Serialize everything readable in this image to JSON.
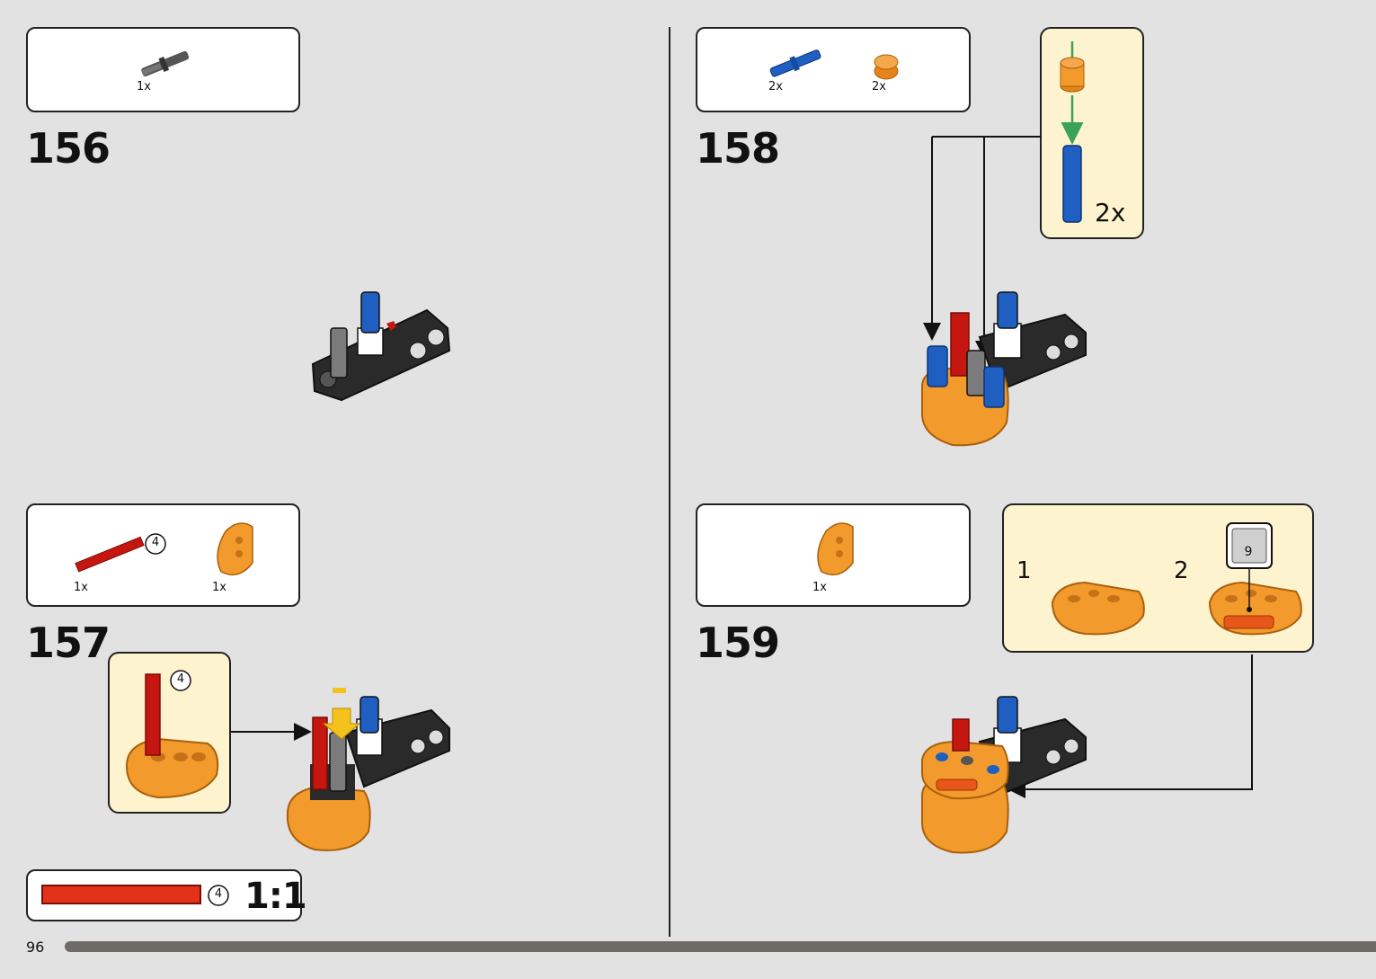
{
  "page": {
    "number": "96"
  },
  "steps": [
    {
      "id": "156",
      "number": "156",
      "parts": [
        {
          "name": "black-axle-pin",
          "qty": "1x"
        }
      ]
    },
    {
      "id": "157",
      "number": "157",
      "parts": [
        {
          "name": "red-axle",
          "qty": "1x",
          "length": "4"
        },
        {
          "name": "orange-liftarm",
          "qty": "1x"
        }
      ],
      "callout": {
        "axle_length": "4"
      }
    },
    {
      "id": "158",
      "number": "158",
      "parts": [
        {
          "name": "blue-pin",
          "qty": "2x"
        },
        {
          "name": "orange-bush",
          "qty": "2x"
        }
      ],
      "callout": {
        "multiplier": "2x"
      }
    },
    {
      "id": "159",
      "number": "159",
      "parts": [
        {
          "name": "orange-liftarm",
          "qty": "1x"
        }
      ],
      "callout": {
        "sub_step_1": "1",
        "sub_step_2": "2",
        "sticker_number": "9"
      }
    }
  ],
  "scale_ruler": {
    "axle_length": "4",
    "ratio": "1:1"
  },
  "colors": {
    "orange": "#f39a2c",
    "red": "#c5170f",
    "blue": "#1f5fc1",
    "black": "#2a2a2a",
    "gray": "#7b7b7b",
    "callout": "#fdf3cf",
    "arrow_green": "#3ba25a",
    "background": "#e2e2e2"
  }
}
